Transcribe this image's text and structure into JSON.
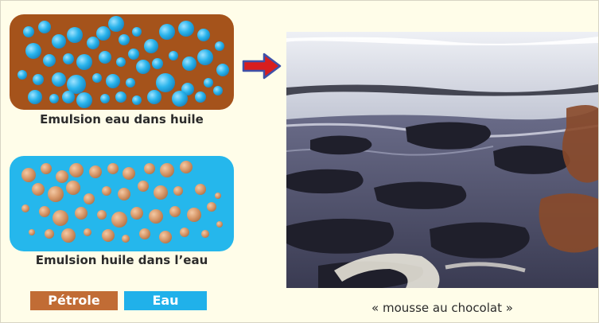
{
  "diagram": {
    "emulsion_oil_caption": "Emulsion eau dans huile",
    "emulsion_water_caption": "Emulsion huile dans l’eau",
    "photo_caption": "« mousse au chocolat »"
  },
  "legend": {
    "items": [
      {
        "label": "Pétrole",
        "color": "#c16c35"
      },
      {
        "label": "Eau",
        "color": "#20b1ea"
      }
    ]
  },
  "colors": {
    "oil_background": "#a5531b",
    "water_droplet": "#29b4ec",
    "water_background": "#25b7ec",
    "oil_droplet": "#d99a6c",
    "arrow": "#d81e1e"
  }
}
